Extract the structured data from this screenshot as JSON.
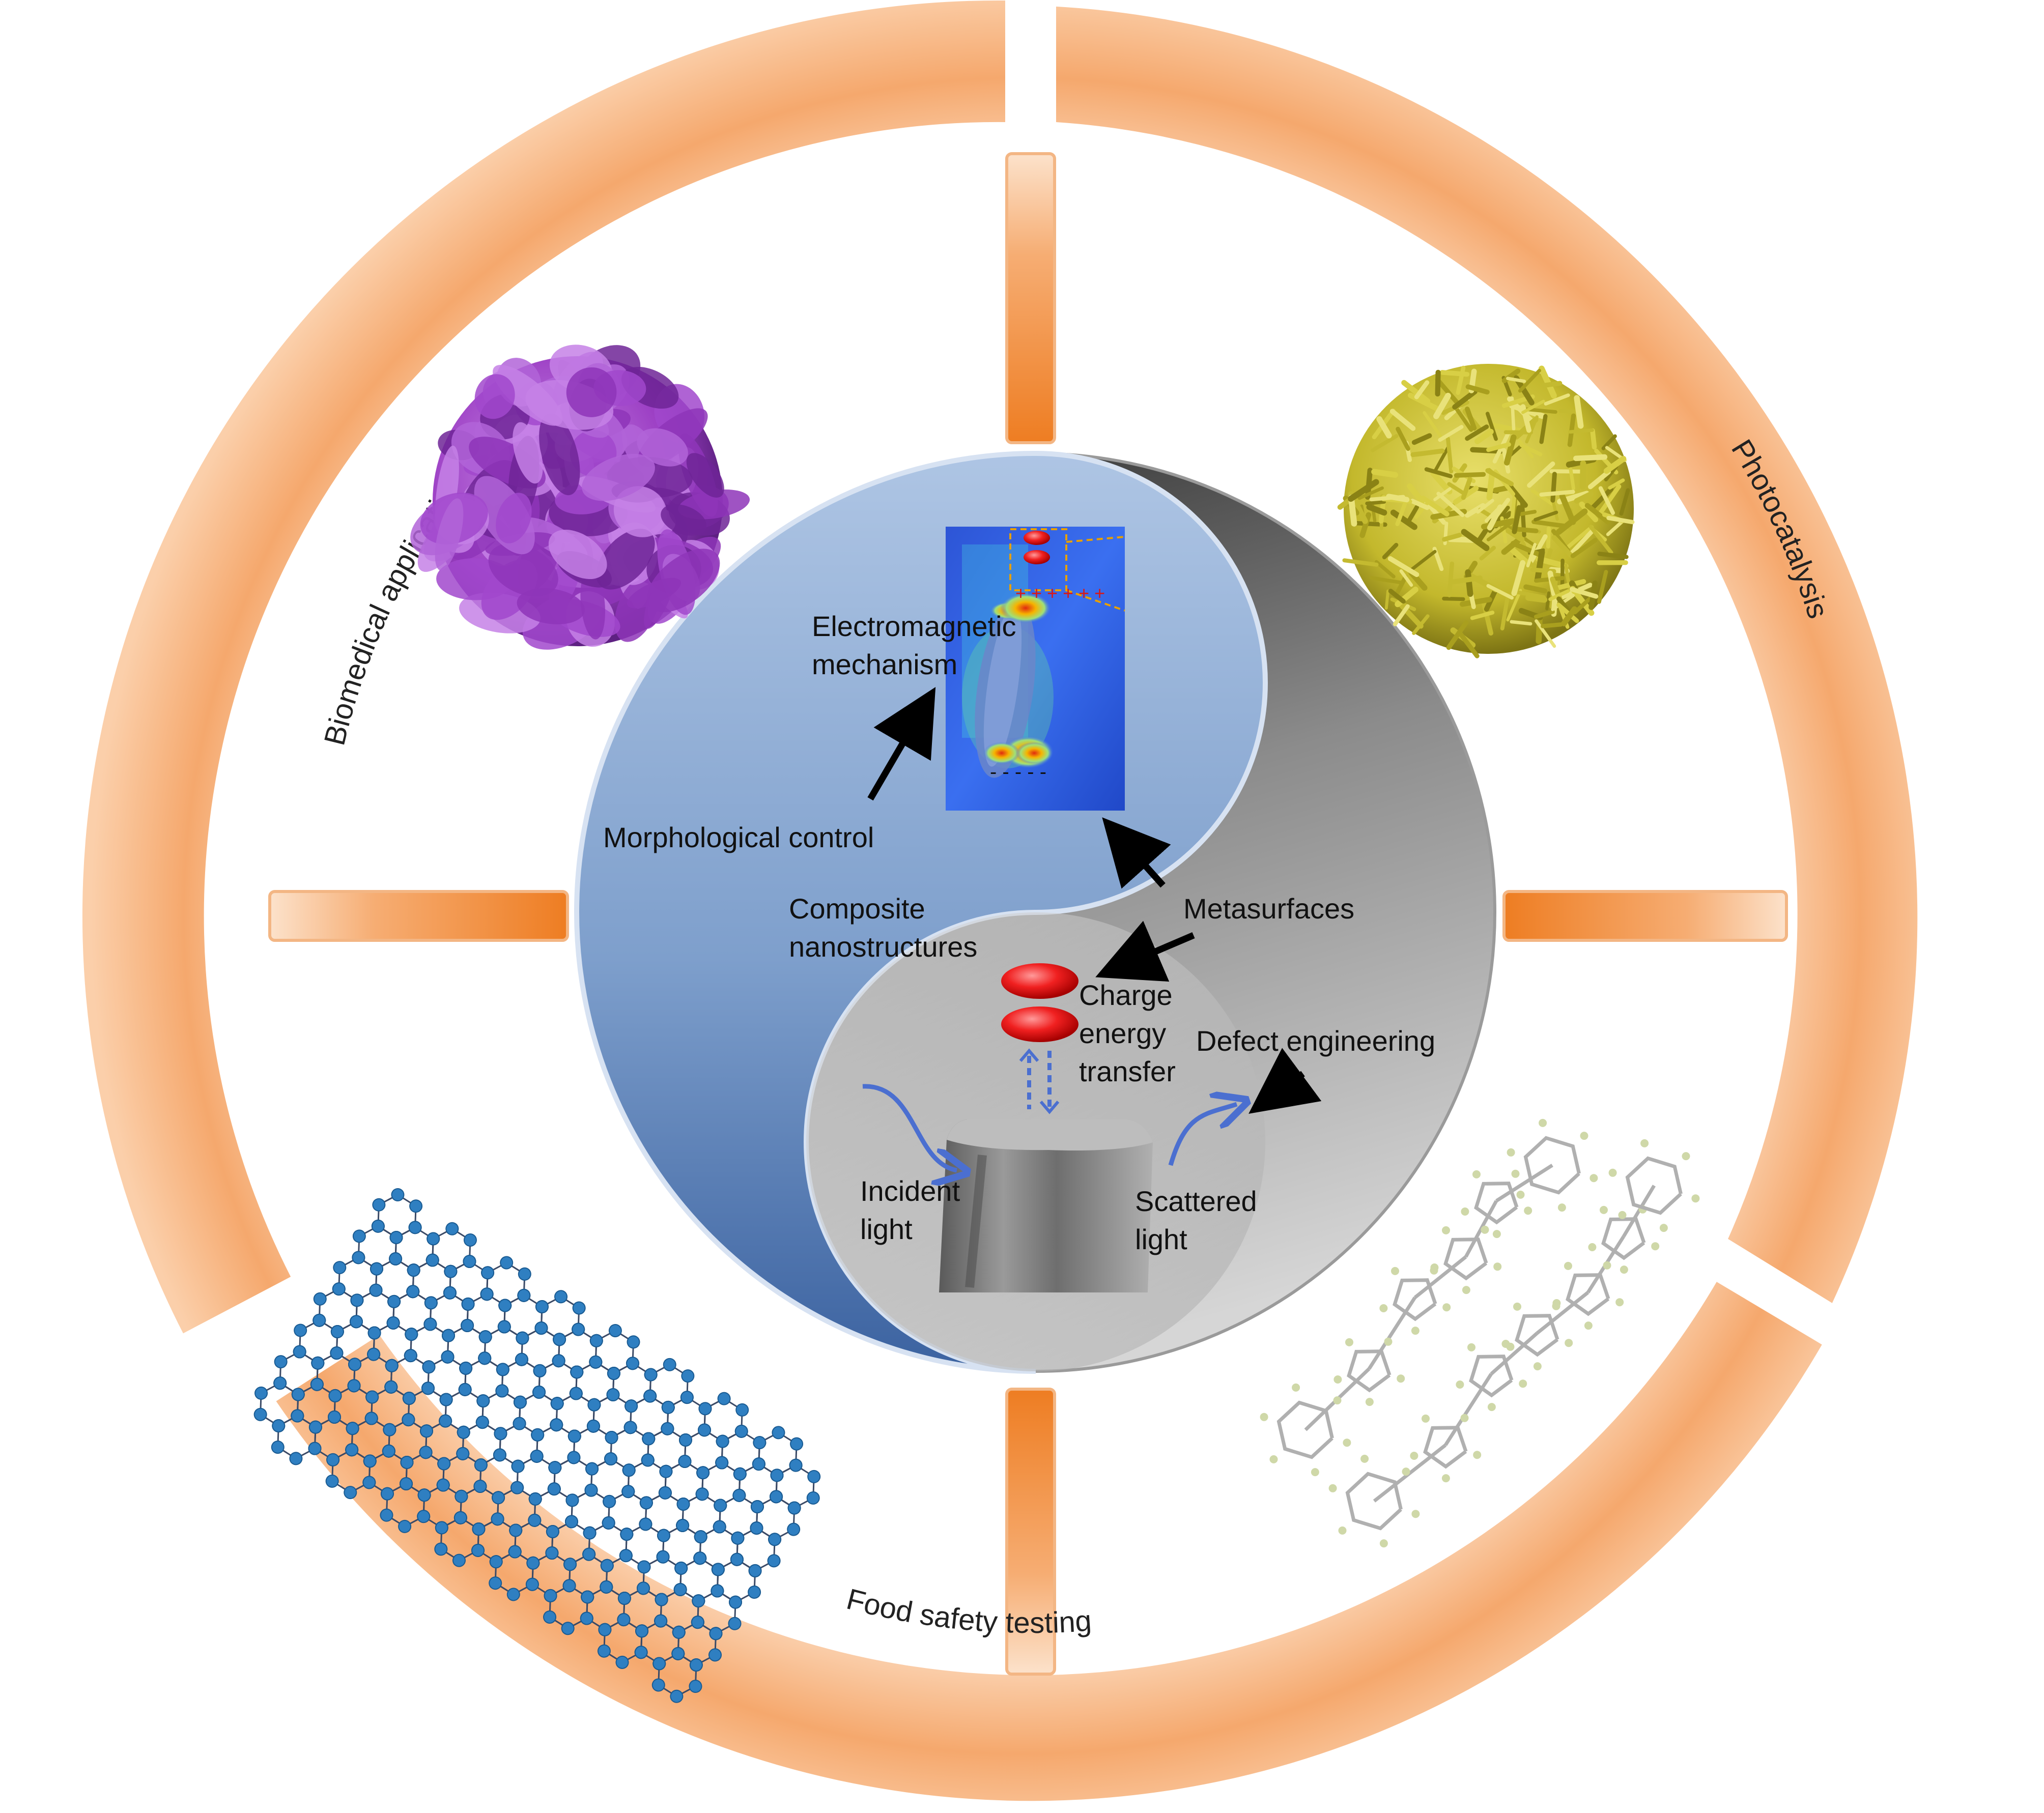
{
  "ring_labels": {
    "top_left": "Biomedical applications",
    "top_right": "Photocatalysis",
    "bottom": "Food safety testing"
  },
  "center_labels": {
    "electromagnetic": [
      "Electromagnetic",
      "mechanism"
    ],
    "morphological": "Morphological control",
    "composite": [
      "Composite",
      "nanostructures"
    ],
    "metasurfaces": "Metasurfaces",
    "charge": [
      "Charge",
      "energy",
      "transfer"
    ],
    "defect": "Defect engineering",
    "incident": [
      "Incident",
      "light"
    ],
    "scattered": [
      "Scattered",
      "light"
    ]
  },
  "colors": {
    "ring_light": "#f9c8a0",
    "ring_mid": "#f4a46a",
    "spoke_dark": "#f08a33",
    "blue_light": "#a9c2e2",
    "blue_dark": "#3e65a3",
    "gray_light": "#d4d4d4",
    "gray_dark": "#3d3d3d",
    "purple": "#a24ac8",
    "yellow": "#c8bf2e",
    "graphene": "#2f7fc1",
    "molecule": "#b5b5b5",
    "red": "#ee1c1c"
  },
  "icons": {
    "purple": "purple-nanoflower-icon",
    "yellow": "yellow-nanoflower-icon",
    "graphene": "graphene-lattice-icon",
    "molecule": "oligothiophene-molecule-icon",
    "em_field": "em-field-map-icon",
    "particle": "nanocube-particle-icon"
  }
}
